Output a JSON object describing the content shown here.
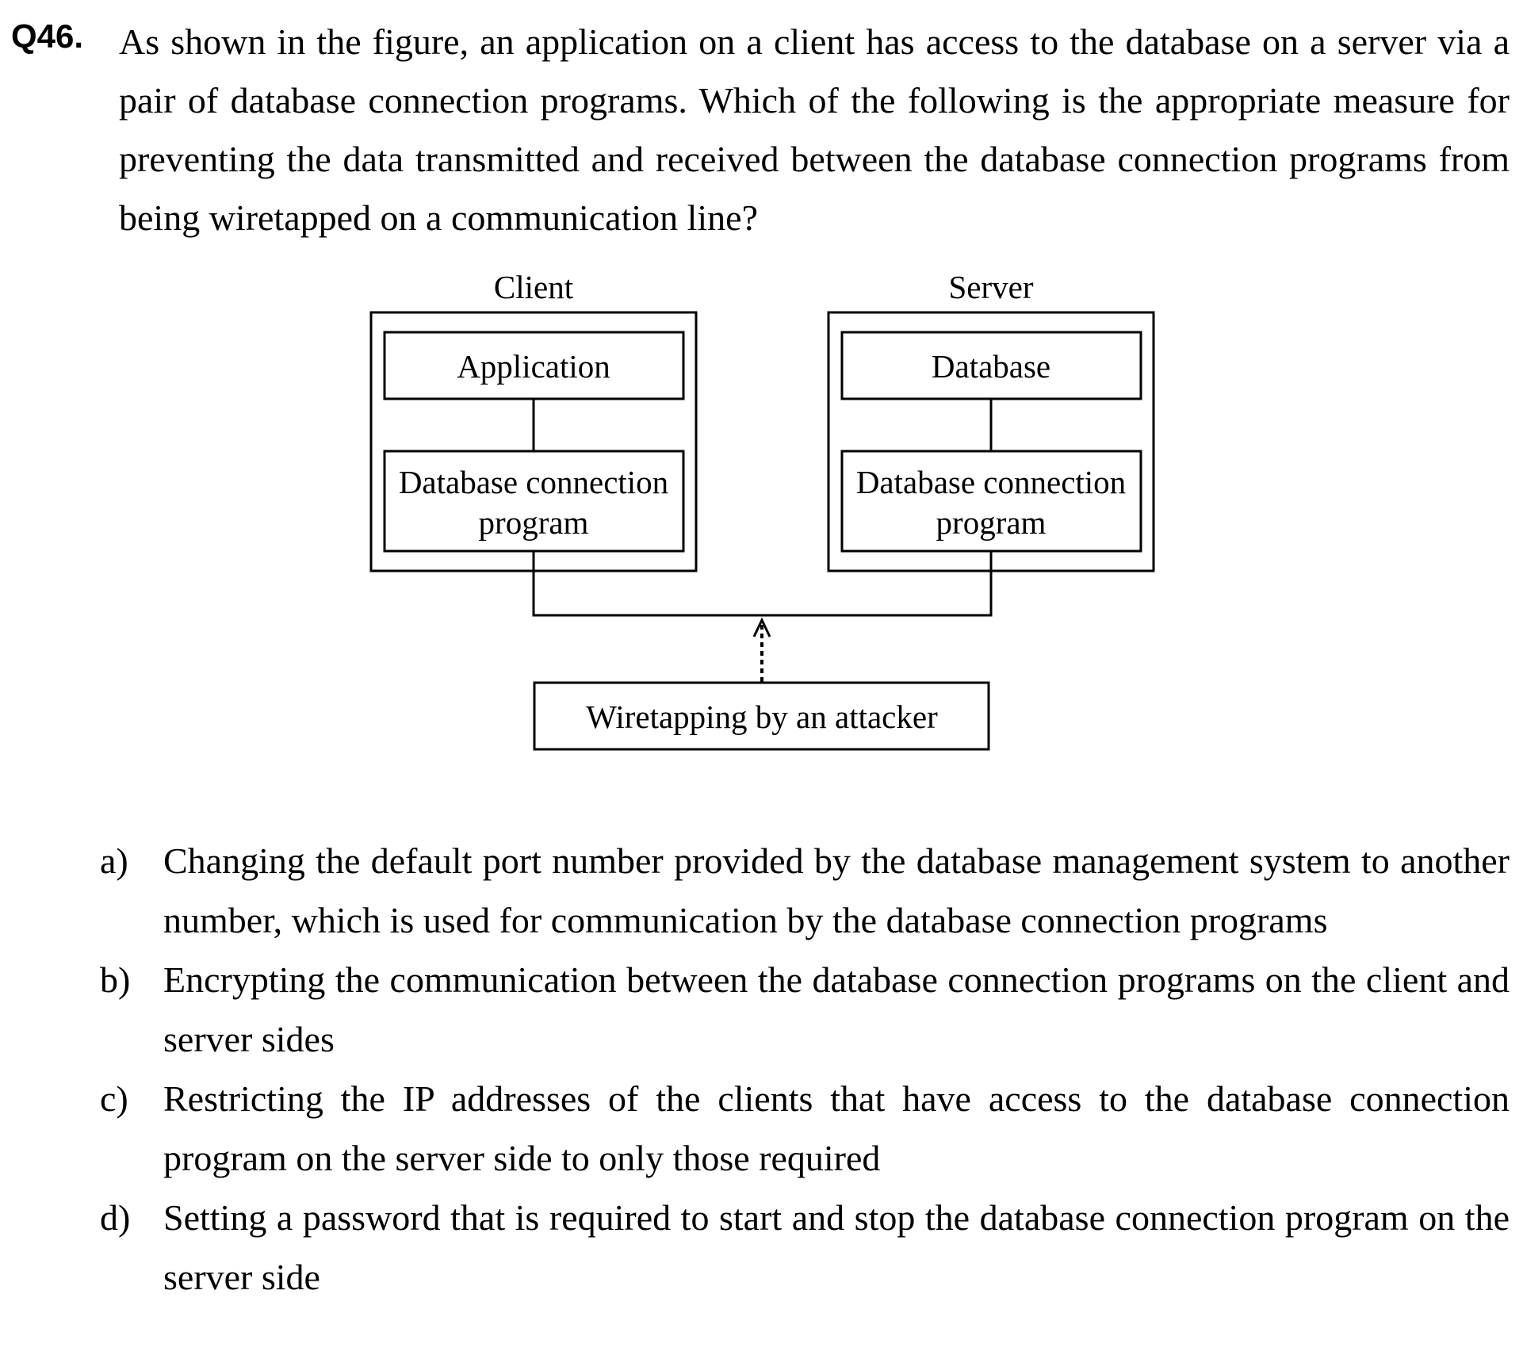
{
  "question": {
    "number": "Q46.",
    "text": "As shown in the figure, an application on a client has access to the database on a server via a pair of database connection programs.   Which of the following is the appropriate measure for preventing the data transmitted and received between the database connection programs from being wiretapped on a communication line?"
  },
  "diagram": {
    "client_label": "Client",
    "server_label": "Server",
    "application": "Application",
    "database": "Database",
    "client_program_line1": "Database connection",
    "client_program_line2": "program",
    "server_program_line1": "Database connection",
    "server_program_line2": "program",
    "attacker": "Wiretapping by an attacker"
  },
  "options": [
    {
      "letter": "a)",
      "text": "Changing the default port number provided by the database management system to another number, which is used for communication by the database connection programs"
    },
    {
      "letter": "b)",
      "text": "Encrypting the communication between the database connection programs on the client and server sides"
    },
    {
      "letter": "c)",
      "text": "Restricting the IP addresses of the clients that have access to the database connection program on the server side to only those required"
    },
    {
      "letter": "d)",
      "text": "Setting a password that is required to start and stop the database connection program on the server side"
    }
  ]
}
